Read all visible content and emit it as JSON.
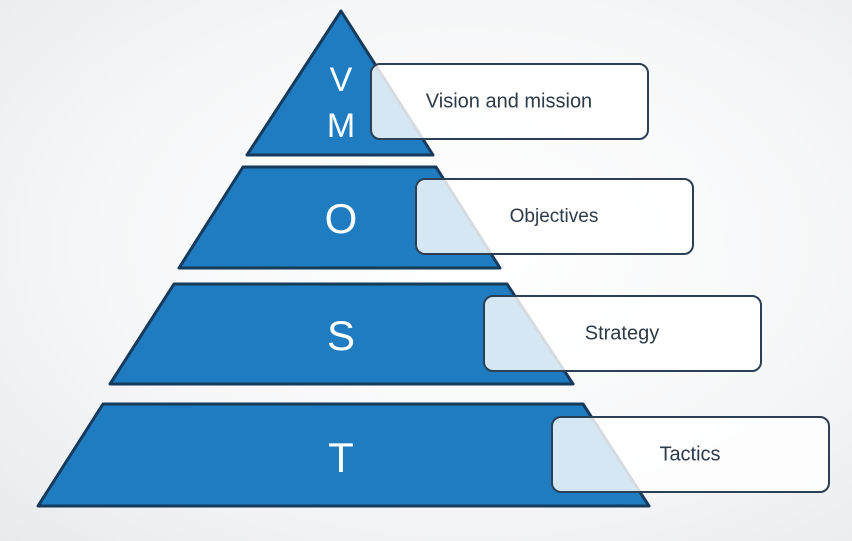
{
  "pyramid": {
    "tiers": [
      {
        "letters": [
          "V",
          "M"
        ],
        "label": "Vision and mission"
      },
      {
        "letters": [
          "O"
        ],
        "label": "Objectives"
      },
      {
        "letters": [
          "S"
        ],
        "label": "Strategy"
      },
      {
        "letters": [
          "T"
        ],
        "label": "Tactics"
      }
    ]
  },
  "colors": {
    "tier_fill": "#1f7cc0",
    "tier_outline": "#163a5c",
    "callout_outline": "#2b3f55",
    "callout_text": "#2e3a48",
    "letter_text": "#ffffff"
  }
}
